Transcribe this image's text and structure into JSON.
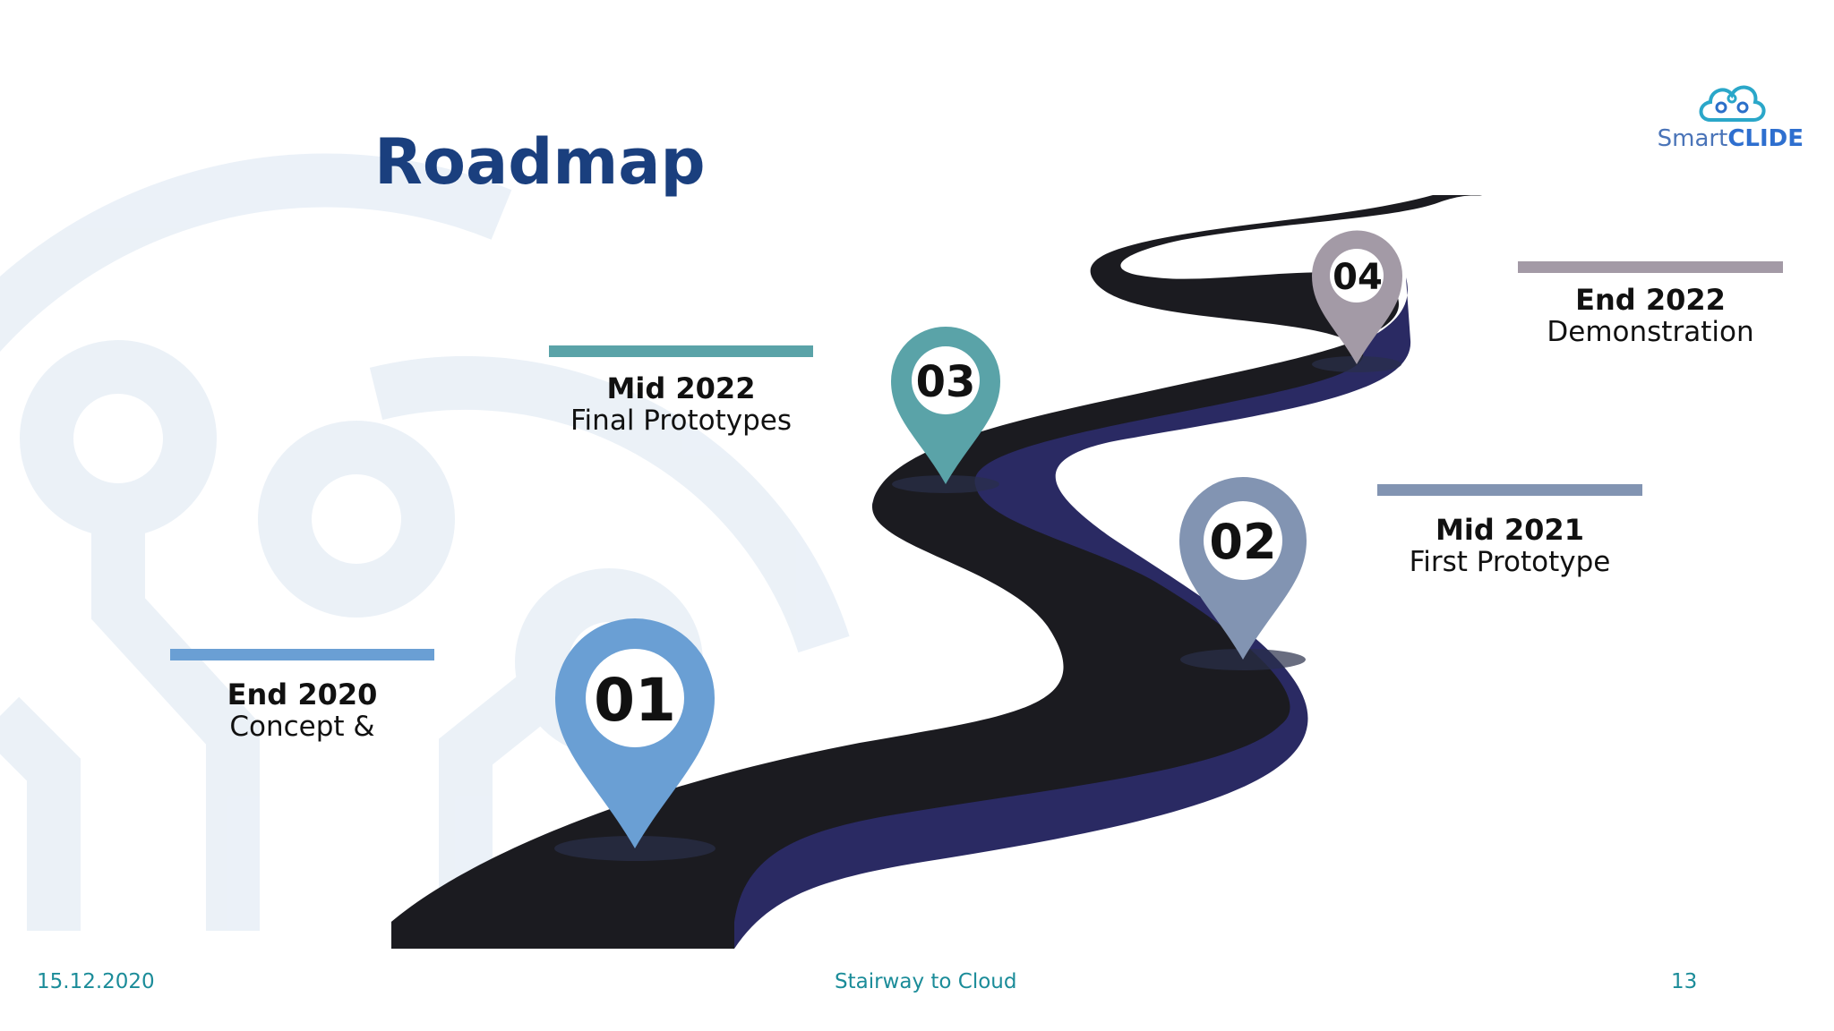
{
  "slide": {
    "title": "Roadmap",
    "logo": {
      "part1": "Smart",
      "part2": "CLIDE",
      "icon": "cloud-circuit-icon"
    },
    "footer": {
      "date": "15.12.2020",
      "center": "Stairway to Cloud",
      "page": "13"
    }
  },
  "milestones": [
    {
      "number": "01",
      "when": "End 2020",
      "what": "Concept &",
      "color": "#6a9fd4"
    },
    {
      "number": "02",
      "when": "Mid 2021",
      "what": "First Prototype",
      "color": "#8294b2"
    },
    {
      "number": "03",
      "when": "Mid 2022",
      "what": "Final Prototypes",
      "color": "#5aa3a8"
    },
    {
      "number": "04",
      "when": "End 2022",
      "what": "Demonstration",
      "color": "#a39aa6"
    }
  ],
  "colors": {
    "title": "#1a3f7e",
    "footer": "#1b8c99",
    "road": "#1b1b20",
    "road_edge": "#2a2a63"
  }
}
